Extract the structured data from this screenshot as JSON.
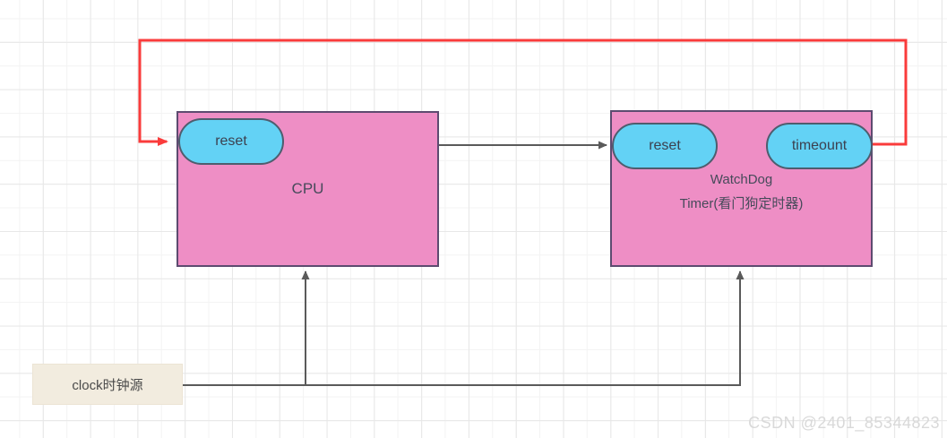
{
  "colors": {
    "node_fill": "#ee8ec5",
    "node_border": "#5d4b70",
    "pill_fill": "#63d2f5",
    "pill_border": "#4e5d6e",
    "clock_fill": "#f2ecdf",
    "clock_border": "#ece4d4",
    "connector": "#5a5a5a",
    "feedback": "#fa3b3b",
    "text": "#464a5a",
    "watermark": "#d9d9d9",
    "grid_minor": "#f3f3f3",
    "grid_major": "#e7e7e7"
  },
  "nodes": {
    "cpu": {
      "title": "CPU",
      "reset_port": "reset"
    },
    "watchdog": {
      "title": "WatchDog",
      "subtitle": "Timer(看门狗定时器)",
      "reset_port": "reset",
      "timeout_port": "timeount"
    },
    "clock": {
      "title": "clock时钟源"
    }
  },
  "edges": [
    {
      "from": "cpu",
      "to": "watchdog.reset",
      "color": "gray",
      "type": "arrow"
    },
    {
      "from": "clock",
      "to": "cpu",
      "color": "gray",
      "type": "arrow"
    },
    {
      "from": "clock",
      "to": "watchdog",
      "color": "gray",
      "type": "arrow"
    },
    {
      "from": "watchdog.timeount",
      "to": "cpu.reset",
      "color": "red",
      "type": "arrow-feedback"
    }
  ],
  "watermark": {
    "text": "CSDN @2401_85344823"
  }
}
